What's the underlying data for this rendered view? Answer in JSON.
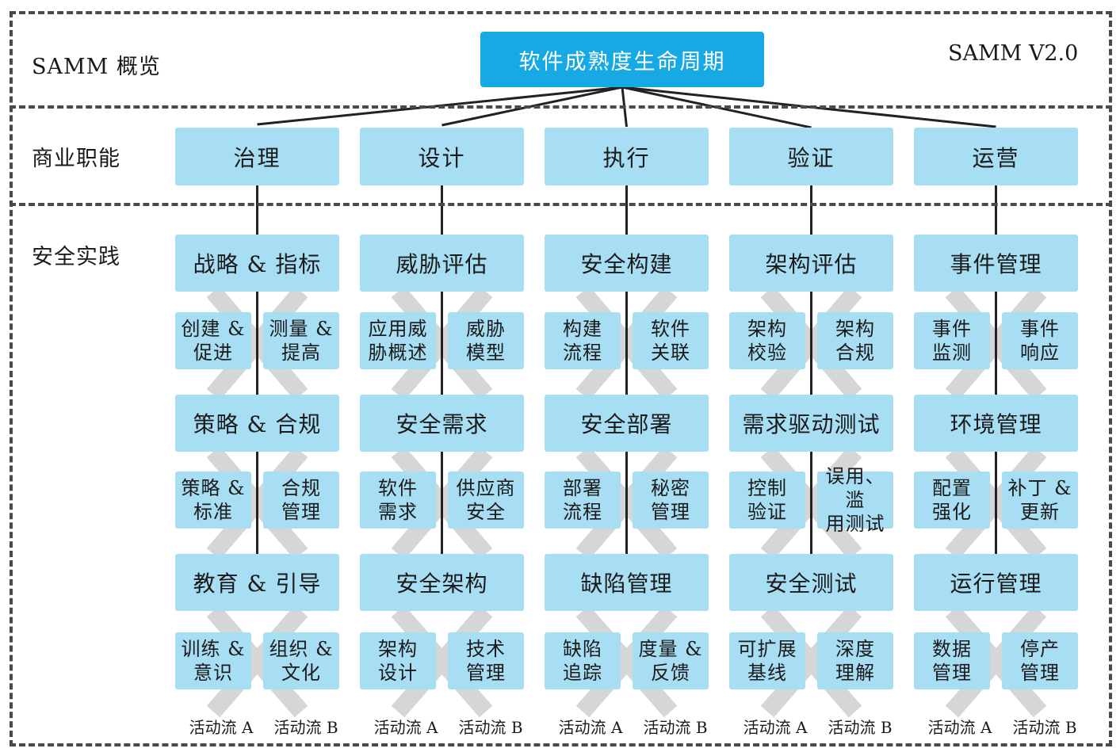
{
  "header": {
    "overview_label": "SAMM 概览",
    "version_label": "SAMM V2.0",
    "root_title": "软件成熟度生命周期"
  },
  "sections": {
    "business_functions": "商业职能",
    "security_practices": "安全实践"
  },
  "colors": {
    "root": "#16a9e4",
    "box": "#a7def3",
    "stream_band": "#d6d6d6",
    "line": "#222222"
  },
  "functions": [
    {
      "name": "治理",
      "practices": [
        {
          "name": "战略 & 指标",
          "streams": [
            "创建 &\n促进",
            "测量 &\n提高"
          ]
        },
        {
          "name": "策略 & 合规",
          "streams": [
            "策略 &\n标准",
            "合规\n管理"
          ]
        },
        {
          "name": "教育 & 引导",
          "streams": [
            "训练 &\n意识",
            "组织 &\n文化"
          ]
        }
      ]
    },
    {
      "name": "设计",
      "practices": [
        {
          "name": "威胁评估",
          "streams": [
            "应用威\n胁概述",
            "威胁\n模型"
          ]
        },
        {
          "name": "安全需求",
          "streams": [
            "软件\n需求",
            "供应商\n安全"
          ]
        },
        {
          "name": "安全架构",
          "streams": [
            "架构\n设计",
            "技术\n管理"
          ]
        }
      ]
    },
    {
      "name": "执行",
      "practices": [
        {
          "name": "安全构建",
          "streams": [
            "构建\n流程",
            "软件\n关联"
          ]
        },
        {
          "name": "安全部署",
          "streams": [
            "部署\n流程",
            "秘密\n管理"
          ]
        },
        {
          "name": "缺陷管理",
          "streams": [
            "缺陷\n追踪",
            "度量 &\n反馈"
          ]
        }
      ]
    },
    {
      "name": "验证",
      "practices": [
        {
          "name": "架构评估",
          "streams": [
            "架构\n校验",
            "架构\n合规"
          ]
        },
        {
          "name": "需求驱动测试",
          "streams": [
            "控制\n验证",
            "误用、滥\n用测试"
          ]
        },
        {
          "name": "安全测试",
          "streams": [
            "可扩展\n基线",
            "深度\n理解"
          ]
        }
      ]
    },
    {
      "name": "运营",
      "practices": [
        {
          "name": "事件管理",
          "streams": [
            "事件\n监测",
            "事件\n响应"
          ]
        },
        {
          "name": "环境管理",
          "streams": [
            "配置\n强化",
            "补丁 &\n更新"
          ]
        },
        {
          "name": "运行管理",
          "streams": [
            "数据\n管理",
            "停产\n管理"
          ]
        }
      ]
    }
  ],
  "stream_labels": [
    "活动流 A",
    "活动流 B"
  ]
}
